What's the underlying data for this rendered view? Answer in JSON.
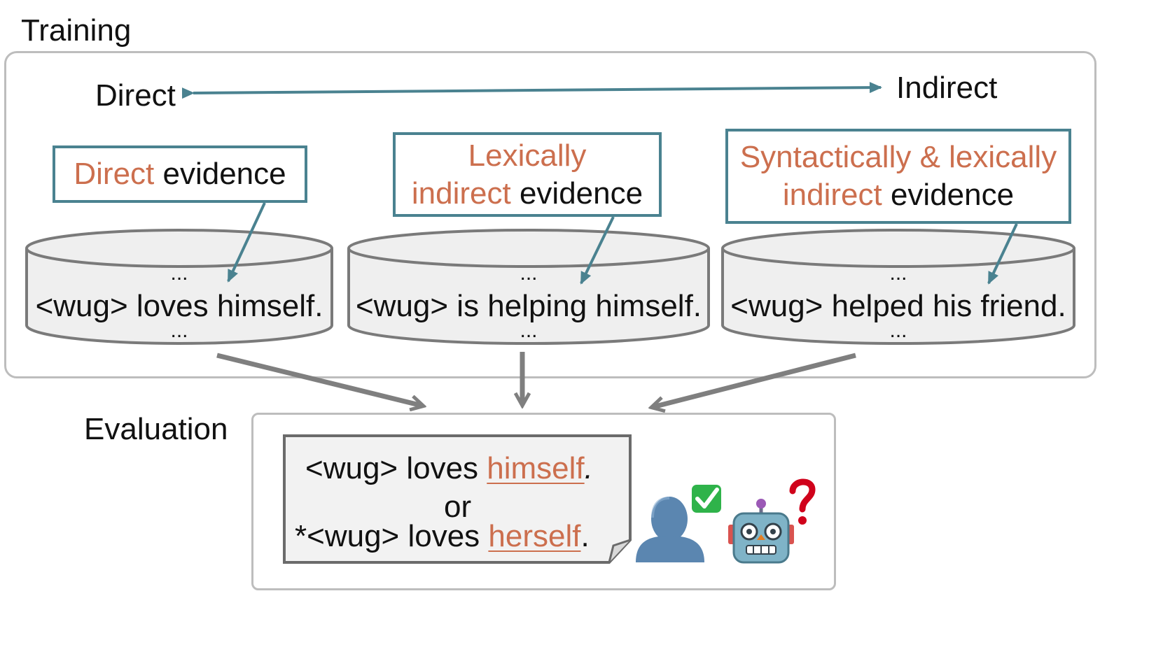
{
  "training": {
    "title": "Training",
    "axis": {
      "left": "Direct",
      "right": "Indirect"
    },
    "evidence": [
      {
        "accent_line1": "Direct",
        "plain_line1": " evidence",
        "accent_line2": "",
        "plain_line2": ""
      },
      {
        "accent_line1": "Lexically",
        "plain_line1": "",
        "accent_line2": "indirect",
        "plain_line2": " evidence"
      },
      {
        "accent_line1": "Syntactically & lexically",
        "plain_line1": "",
        "accent_line2": "indirect",
        "plain_line2": " evidence"
      }
    ],
    "corpora": [
      {
        "ellipsis_top": "...",
        "sentence": "<wug> loves himself.",
        "ellipsis_bottom": "..."
      },
      {
        "ellipsis_top": "...",
        "sentence": "<wug> is helping himself.",
        "ellipsis_bottom": "..."
      },
      {
        "ellipsis_top": "...",
        "sentence": "<wug> helped his friend.",
        "ellipsis_bottom": "..."
      }
    ]
  },
  "evaluation": {
    "title": "Evaluation",
    "line1_pre": "<wug> loves ",
    "line1_word": "himself",
    "line1_post": ".",
    "connector": "or",
    "line2_pre": "*<wug> loves ",
    "line2_word": "herself",
    "line2_post": ".",
    "human_icon": "bust-in-silhouette-icon",
    "check_icon": "white-check-mark-icon",
    "robot_icon": "robot-face-icon",
    "question_icon": "red-question-mark-icon"
  },
  "colors": {
    "accent": "#cc6f4e",
    "teal": "#4a8290",
    "gray_arrow": "#7f7f7f",
    "panel_border": "#bdbdbd",
    "db_fill": "#efefef",
    "db_stroke": "#7a7a7a"
  }
}
